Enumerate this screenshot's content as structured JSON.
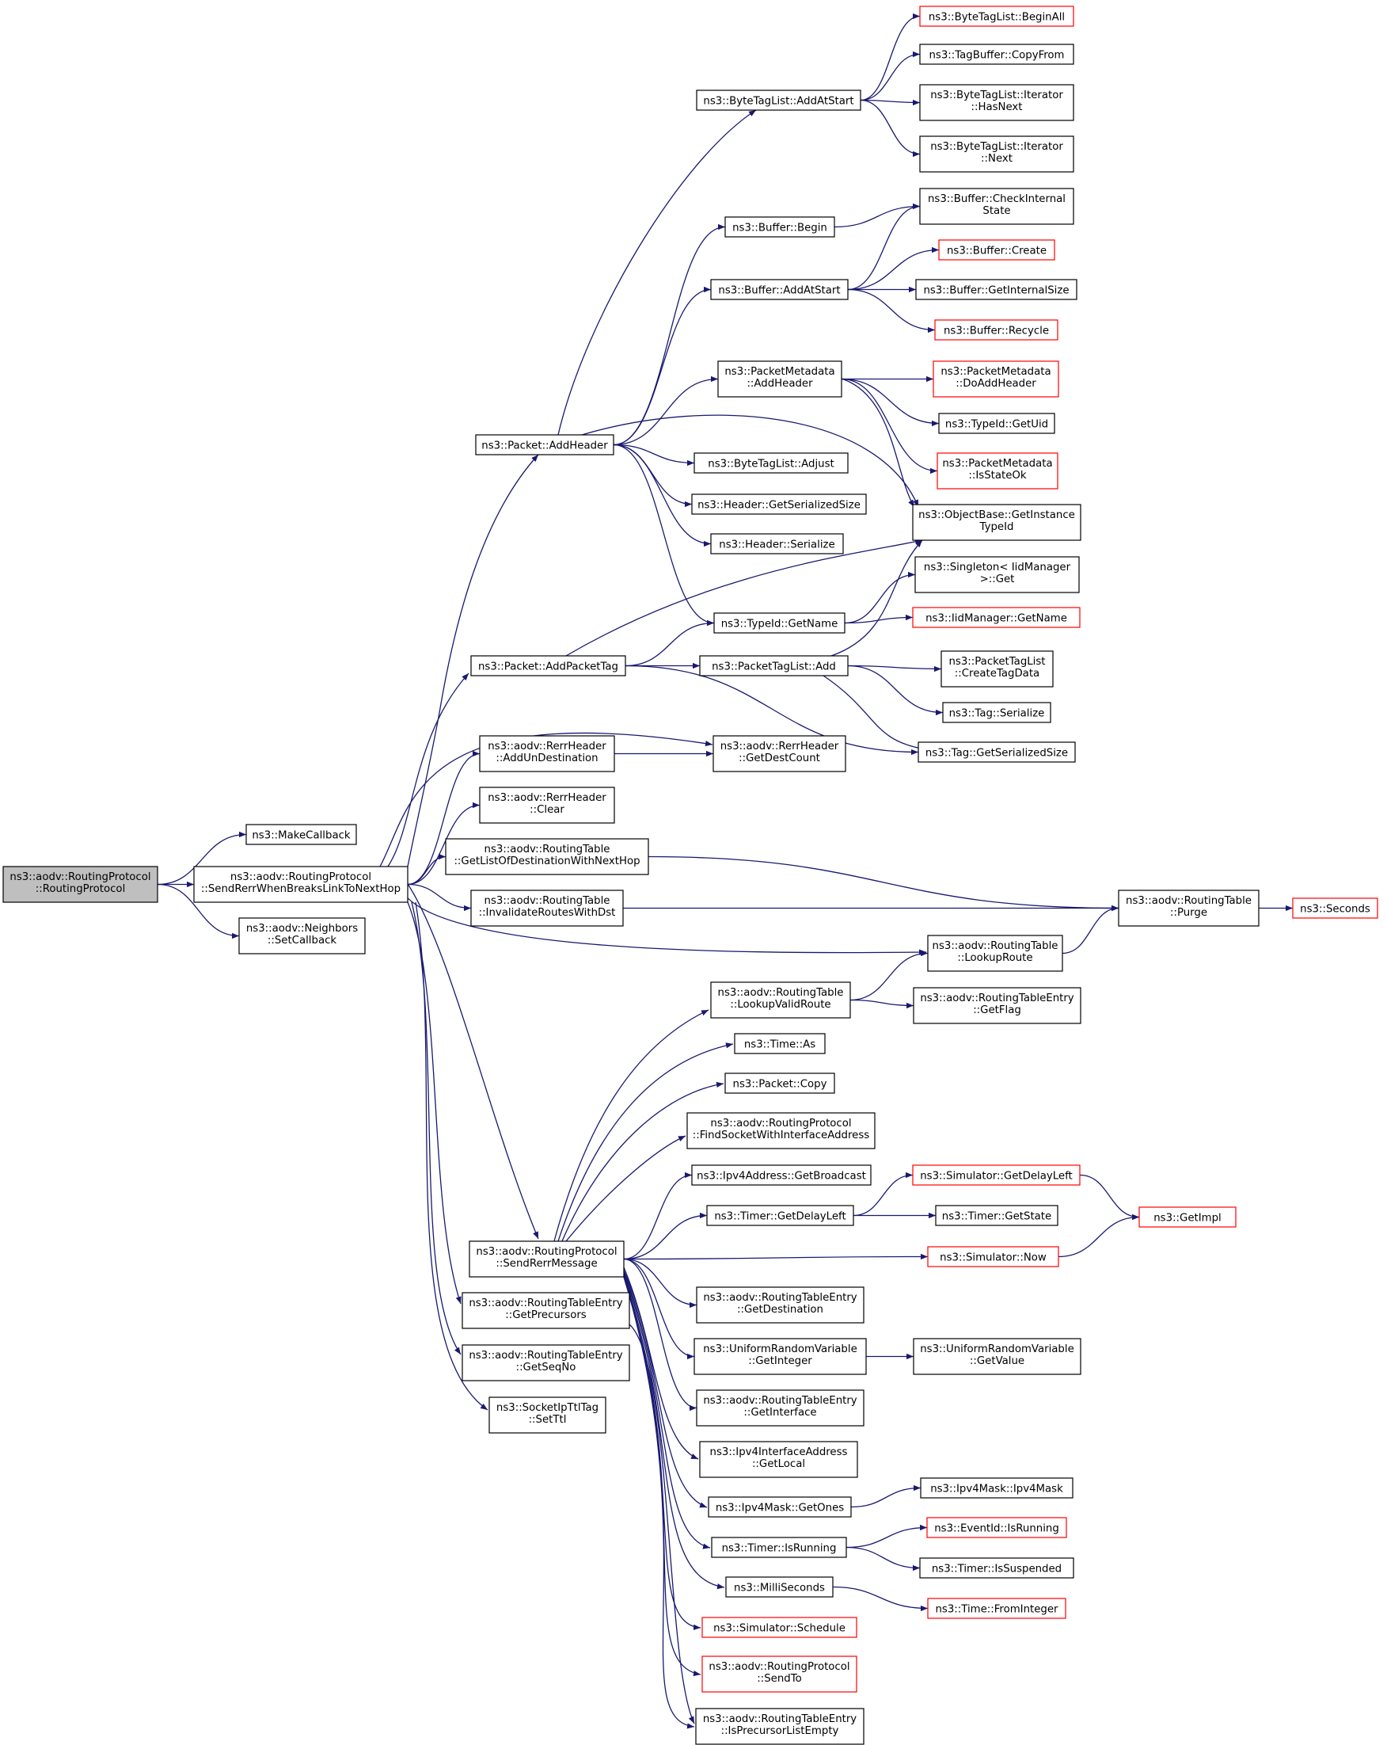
{
  "colors": {
    "node_border": "#000000",
    "node_red_border": "#ff0000",
    "root_fill": "#bfbfbf",
    "edge": "#191970",
    "background": "#ffffff"
  },
  "nodes": {
    "root": [
      "ns3::aodv::RoutingProtocol",
      "::RoutingProtocol"
    ],
    "makecb": [
      "ns3::MakeCallback"
    ],
    "sendrerr_nh": [
      "ns3::aodv::RoutingProtocol",
      "::SendRerrWhenBreaksLinkToNextHop"
    ],
    "nb_setcb": [
      "ns3::aodv::Neighbors",
      "::SetCallback"
    ],
    "bt_beginall": [
      "ns3::ByteTagList::BeginAll"
    ],
    "tb_copyfrom": [
      "ns3::TagBuffer::CopyFrom"
    ],
    "bt_addatstart": [
      "ns3::ByteTagList::AddAtStart"
    ],
    "bt_it_hasnext": [
      "ns3::ByteTagList::Iterator",
      "::HasNext"
    ],
    "bt_it_next": [
      "ns3::ByteTagList::Iterator",
      "::Next"
    ],
    "buf_checkint": [
      "ns3::Buffer::CheckInternal",
      "State"
    ],
    "buf_begin": [
      "ns3::Buffer::Begin"
    ],
    "buf_create": [
      "ns3::Buffer::Create"
    ],
    "buf_addatstart": [
      "ns3::Buffer::AddAtStart"
    ],
    "buf_getintsize": [
      "ns3::Buffer::GetInternalSize"
    ],
    "buf_recycle": [
      "ns3::Buffer::Recycle"
    ],
    "pm_addheader": [
      "ns3::PacketMetadata",
      "::AddHeader"
    ],
    "pm_doaddheader": [
      "ns3::PacketMetadata",
      "::DoAddHeader"
    ],
    "typeid_getuid": [
      "ns3::TypeId::GetUid"
    ],
    "pkt_addheader": [
      "ns3::Packet::AddHeader"
    ],
    "pm_isstateok": [
      "ns3::PacketMetadata",
      "::IsStateOk"
    ],
    "bt_adjust": [
      "ns3::ByteTagList::Adjust"
    ],
    "hdr_getsersize": [
      "ns3::Header::GetSerializedSize"
    ],
    "ob_getinst": [
      "ns3::ObjectBase::GetInstance",
      "TypeId"
    ],
    "hdr_serialize": [
      "ns3::Header::Serialize"
    ],
    "singleton_get": [
      "ns3::Singleton< IidManager",
      ">::Get"
    ],
    "typeid_getname": [
      "ns3::TypeId::GetName"
    ],
    "iid_getname": [
      "ns3::IidManager::GetName"
    ],
    "pkt_addpkttag": [
      "ns3::Packet::AddPacketTag"
    ],
    "ptl_add": [
      "ns3::PacketTagList::Add"
    ],
    "ptl_createtag": [
      "ns3::PacketTagList",
      "::CreateTagData"
    ],
    "tag_serialize": [
      "ns3::Tag::Serialize"
    ],
    "rerr_adddest": [
      "ns3::aodv::RerrHeader",
      "::AddUnDestination"
    ],
    "rerr_getdestcount": [
      "ns3::aodv::RerrHeader",
      "::GetDestCount"
    ],
    "tag_getsersize": [
      "ns3::Tag::GetSerializedSize"
    ],
    "rerr_clear": [
      "ns3::aodv::RerrHeader",
      "::Clear"
    ],
    "rt_getlist": [
      "ns3::aodv::RoutingTable",
      "::GetListOfDestinationWithNextHop"
    ],
    "rt_invalidate": [
      "ns3::aodv::RoutingTable",
      "::InvalidateRoutesWithDst"
    ],
    "rt_purge": [
      "ns3::aodv::RoutingTable",
      "::Purge"
    ],
    "seconds": [
      "ns3::Seconds"
    ],
    "rt_lookuproute": [
      "ns3::aodv::RoutingTable",
      "::LookupRoute"
    ],
    "rt_lookupvalid": [
      "ns3::aodv::RoutingTable",
      "::LookupValidRoute"
    ],
    "rte_getflag": [
      "ns3::aodv::RoutingTableEntry",
      "::GetFlag"
    ],
    "time_as": [
      "ns3::Time::As"
    ],
    "pkt_copy": [
      "ns3::Packet::Copy"
    ],
    "rp_findsocket": [
      "ns3::aodv::RoutingProtocol",
      "::FindSocketWithInterfaceAddress"
    ],
    "ipv4_getbcast": [
      "ns3::Ipv4Address::GetBroadcast"
    ],
    "sim_getdelayleft": [
      "ns3::Simulator::GetDelayLeft"
    ],
    "timer_getdelayleft": [
      "ns3::Timer::GetDelayLeft"
    ],
    "timer_getstate": [
      "ns3::Timer::GetState"
    ],
    "getimpl": [
      "ns3::GetImpl"
    ],
    "rp_sendrerrmsg": [
      "ns3::aodv::RoutingProtocol",
      "::SendRerrMessage"
    ],
    "sim_now": [
      "ns3::Simulator::Now"
    ],
    "rte_getdest": [
      "ns3::aodv::RoutingTableEntry",
      "::GetDestination"
    ],
    "rte_getprec": [
      "ns3::aodv::RoutingTableEntry",
      "::GetPrecursors"
    ],
    "urv_getint": [
      "ns3::UniformRandomVariable",
      "::GetInteger"
    ],
    "urv_getval": [
      "ns3::UniformRandomVariable",
      "::GetValue"
    ],
    "rte_getseqno": [
      "ns3::aodv::RoutingTableEntry",
      "::GetSeqNo"
    ],
    "rte_getiface": [
      "ns3::aodv::RoutingTableEntry",
      "::GetInterface"
    ],
    "sock_setttl": [
      "ns3::SocketIpTtlTag",
      "::SetTtl"
    ],
    "ipv4if_getlocal": [
      "ns3::Ipv4InterfaceAddress",
      "::GetLocal"
    ],
    "ipv4mask_ctor": [
      "ns3::Ipv4Mask::Ipv4Mask"
    ],
    "ipv4mask_getones": [
      "ns3::Ipv4Mask::GetOnes"
    ],
    "evt_isrunning": [
      "ns3::EventId::IsRunning"
    ],
    "timer_isrunning": [
      "ns3::Timer::IsRunning"
    ],
    "timer_issusp": [
      "ns3::Timer::IsSuspended"
    ],
    "millis": [
      "ns3::MilliSeconds"
    ],
    "time_fromint": [
      "ns3::Time::FromInteger"
    ],
    "sim_schedule": [
      "ns3::Simulator::Schedule"
    ],
    "rp_sendto": [
      "ns3::aodv::RoutingProtocol",
      "::SendTo"
    ],
    "rte_isprecempty": [
      "ns3::aodv::RoutingTableEntry",
      "::IsPrecursorListEmpty"
    ]
  }
}
